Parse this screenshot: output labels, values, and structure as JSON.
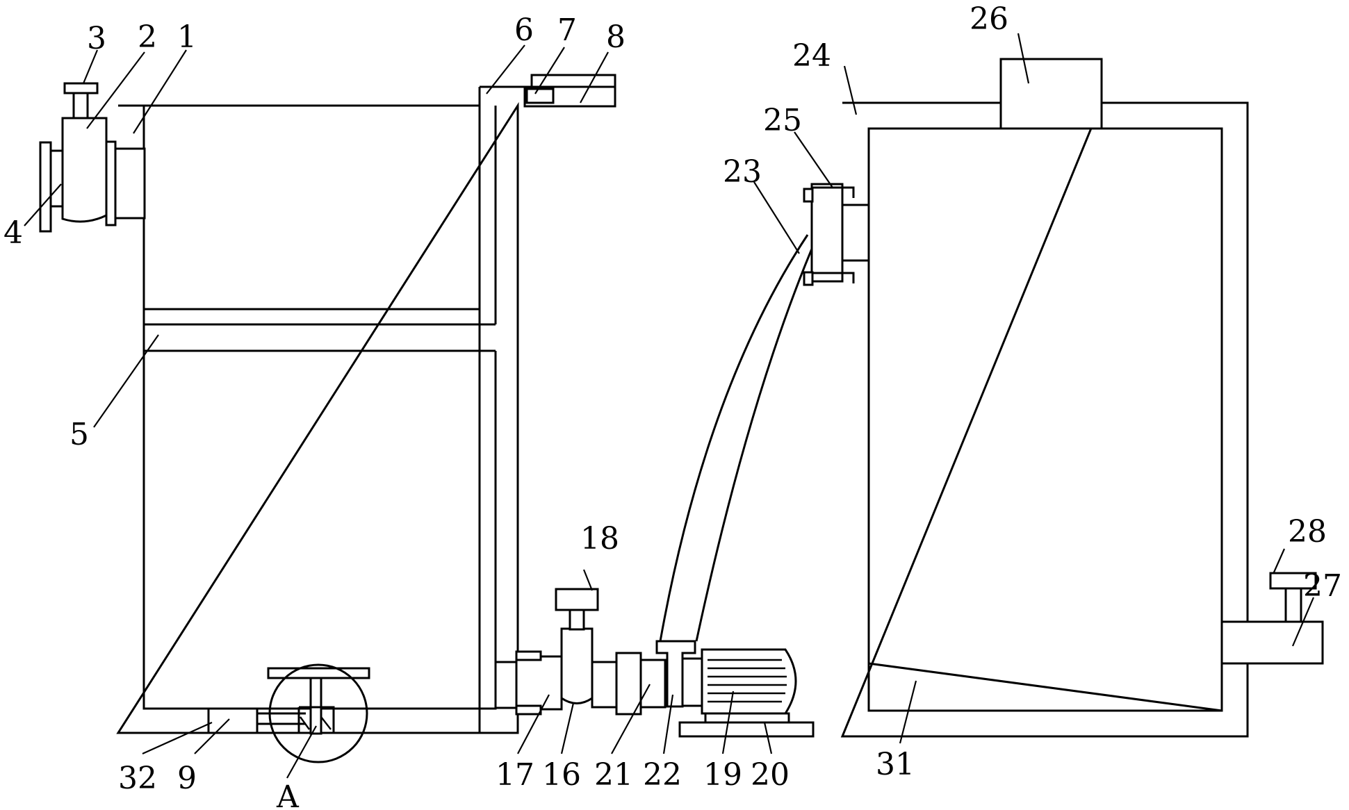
{
  "labels": {
    "l1": "1",
    "l2": "2",
    "l3": "3",
    "l4": "4",
    "l5": "5",
    "l6": "6",
    "l7": "7",
    "l8": "8",
    "l9": "9",
    "l16": "16",
    "l17": "17",
    "l18": "18",
    "l19": "19",
    "l20": "20",
    "l21": "21",
    "l22": "22",
    "l23": "23",
    "l24": "24",
    "l25": "25",
    "l26": "26",
    "l27": "27",
    "l28": "28",
    "l31": "31",
    "l32": "32",
    "lA": "A"
  }
}
